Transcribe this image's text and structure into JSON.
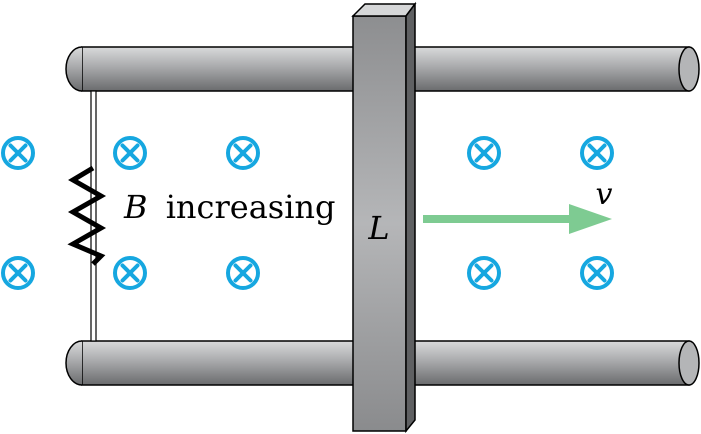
{
  "labels": {
    "field": "increasing",
    "field_symbol": "B",
    "rod": "L",
    "velocity": "v"
  },
  "field_marker": {
    "icon": "into-page-icon",
    "count": 10
  },
  "colors": {
    "rail": "#8f9092",
    "rod": "#9c9d9f",
    "field_marker": "#16a7e0",
    "velocity_arrow": "#7ecb92",
    "resistor": "#000000"
  }
}
